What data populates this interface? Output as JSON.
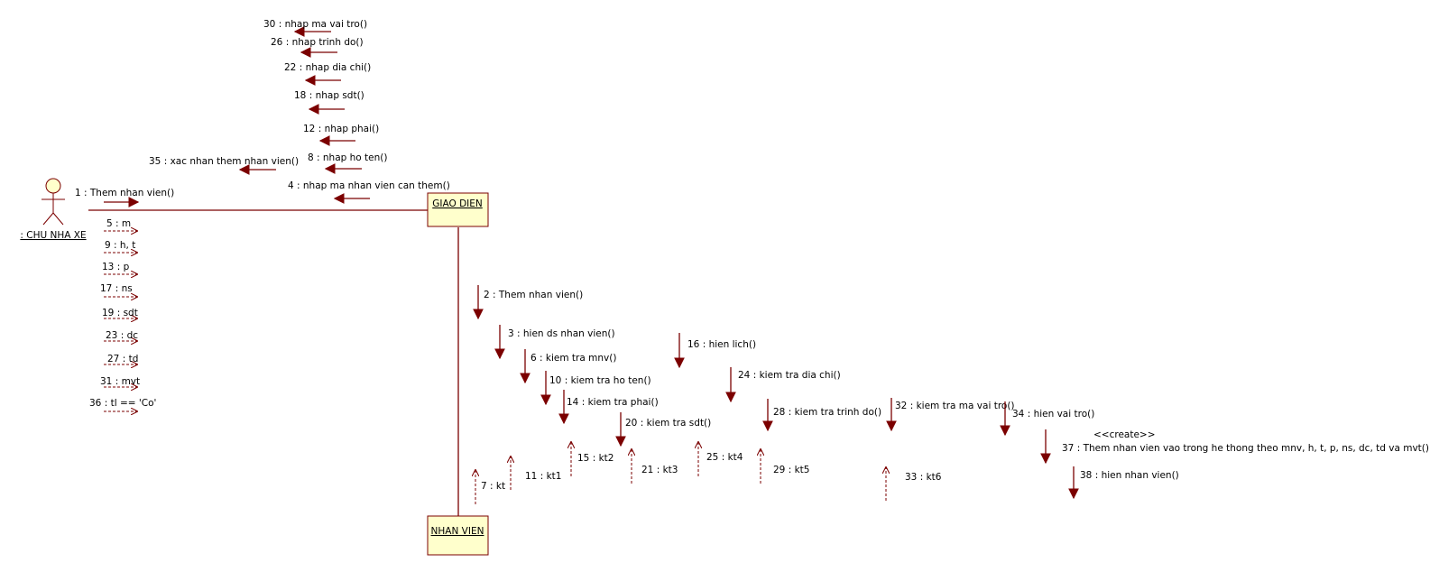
{
  "diagram": {
    "actor": {
      "label": ": CHU NHA XE"
    },
    "objects": {
      "giao_dien": {
        "label": "GIAO DIEN"
      },
      "nhan_vien": {
        "label": "NHAN VIEN"
      }
    },
    "messages_actor_to_gd": [
      {
        "id": "m1",
        "text": "1 : Them nhan vien()"
      }
    ],
    "returns_actor": [
      {
        "id": "m5",
        "text": "5 : m"
      },
      {
        "id": "m9",
        "text": "9 : h, t"
      },
      {
        "id": "m13",
        "text": "13 : p"
      },
      {
        "id": "m17",
        "text": "17 : ns"
      },
      {
        "id": "m19",
        "text": "19 : sdt"
      },
      {
        "id": "m23",
        "text": "23 : dc"
      },
      {
        "id": "m27",
        "text": "27 : td"
      },
      {
        "id": "m31",
        "text": "31 : mvt"
      },
      {
        "id": "m36",
        "text": "36 : tl == 'Co'"
      }
    ],
    "messages_gd_to_actor": [
      {
        "id": "m30",
        "text": "30 : nhap ma vai tro()"
      },
      {
        "id": "m26",
        "text": "26 : nhap trinh do()"
      },
      {
        "id": "m22",
        "text": "22 : nhap dia chi()"
      },
      {
        "id": "m18",
        "text": "18 : nhap sdt()"
      },
      {
        "id": "m12",
        "text": "12 : nhap phai()"
      },
      {
        "id": "m8",
        "text": "8 : nhap ho ten()"
      },
      {
        "id": "m35",
        "text": "35 : xac nhan them nhan vien()"
      },
      {
        "id": "m4",
        "text": "4 : nhap ma nhan vien can them()"
      }
    ],
    "messages_gd_to_nv": [
      {
        "id": "m2",
        "text": "2 : Them nhan vien()"
      },
      {
        "id": "m3",
        "text": "3 : hien ds nhan vien()"
      },
      {
        "id": "m6",
        "text": "6 : kiem tra mnv()"
      },
      {
        "id": "m10",
        "text": "10 : kiem tra ho ten()"
      },
      {
        "id": "m14",
        "text": "14 : kiem tra phai()"
      },
      {
        "id": "m16",
        "text": "16 : hien lich()"
      },
      {
        "id": "m20",
        "text": "20 : kiem tra sdt()"
      },
      {
        "id": "m24",
        "text": "24 : kiem tra dia chi()"
      },
      {
        "id": "m28",
        "text": "28 : kiem tra trinh do()"
      },
      {
        "id": "m32",
        "text": "32 : kiem tra ma vai tro()"
      },
      {
        "id": "m34",
        "text": "34 : hien vai tro()"
      },
      {
        "id": "m37_stereo",
        "text": "<<create>>"
      },
      {
        "id": "m37",
        "text": "37 : Them nhan vien vao trong he thong theo mnv, h, t, p, ns, dc, td va mvt()"
      },
      {
        "id": "m38",
        "text": "38 : hien nhan vien()"
      }
    ],
    "returns_nv_to_gd": [
      {
        "id": "m7",
        "text": "7 : kt"
      },
      {
        "id": "m11",
        "text": "11 : kt1"
      },
      {
        "id": "m15",
        "text": "15 : kt2"
      },
      {
        "id": "m21",
        "text": "21 : kt3"
      },
      {
        "id": "m25",
        "text": "25 : kt4"
      },
      {
        "id": "m29",
        "text": "29 : kt5"
      },
      {
        "id": "m33",
        "text": "33 : kt6"
      }
    ],
    "colors": {
      "arrow": "#7b0000",
      "object_fill": "#ffffcc",
      "object_border": "#7b0000",
      "line": "#7b0000"
    }
  }
}
